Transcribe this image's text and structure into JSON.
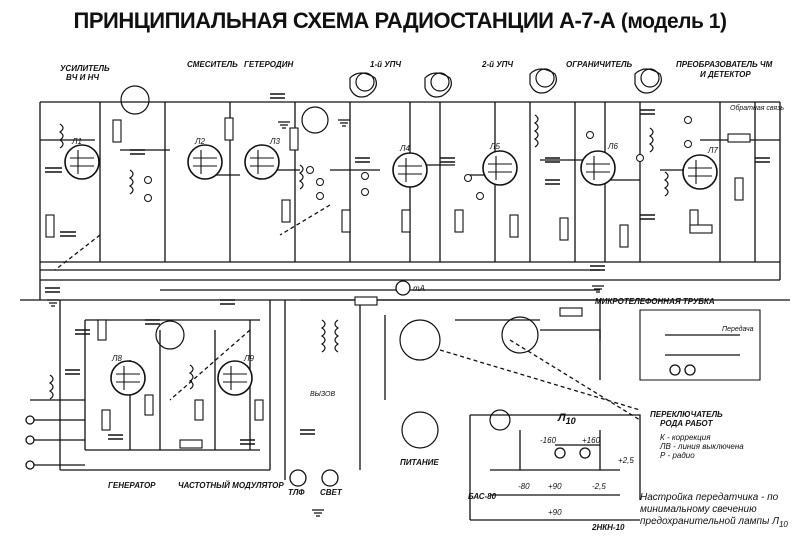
{
  "title": "ПРИНЦИПИАЛЬНАЯ СХЕМА РАДИОСТАНЦИИ А-7-А",
  "title_model": "(модель 1)",
  "stages": {
    "amp": "УСИЛИТЕЛЬ",
    "amp2": "ВЧ И НЧ",
    "mixer": "СМЕСИТЕЛЬ",
    "heterodyne": "ГЕТЕРОДИН",
    "if1": "1-й УПЧ",
    "if2": "2-й УПЧ",
    "limiter": "ОГРАНИЧИТЕЛЬ",
    "conv1": "ПРЕОБРАЗОВАТЕЛЬ ЧМ",
    "conv2": "И ДЕТЕКТОР",
    "feedback": "Обратная связь",
    "generator": "ГЕНЕРАТОР",
    "freq_mod": "ЧАСТОТНЫЙ МОДУЛЯТОР",
    "power": "ПИТАНИЕ",
    "handset": "МИКРОТЕЛЕФОННАЯ ТРУБКА",
    "transmit": "Передача",
    "call": "ВЫЗОВ"
  },
  "switch": {
    "title1": "ПЕРЕКЛЮЧАТЕЛЬ",
    "title2": "РОДА РАБОТ",
    "k": "К - коррекция",
    "lv": "ЛВ - линия выключена",
    "r": "Р - радио"
  },
  "sockets": {
    "tlf": "ТЛФ",
    "svet": "СВЕТ",
    "ma": "mA"
  },
  "batteries": {
    "bas": "БАС-80",
    "nkn": "2НКН-10",
    "lamp": "Л",
    "lamp_sub": "10",
    "v160m": "-160",
    "v160p": "+160",
    "v80m": "-80",
    "v90a": "+90",
    "v90b": "+90",
    "v25m": "-2,5",
    "v25p": "+2,5"
  },
  "note": "Настройка передатчика - по минимальному свечению предохранительной лампы Л",
  "note_sub": "10",
  "tubes": [
    "Л1",
    "Л2",
    "Л3",
    "Л4",
    "Л5",
    "Л6",
    "Л7",
    "Л8",
    "Л9"
  ],
  "colors": {
    "ink": "#111111",
    "paper": "#ffffff"
  }
}
